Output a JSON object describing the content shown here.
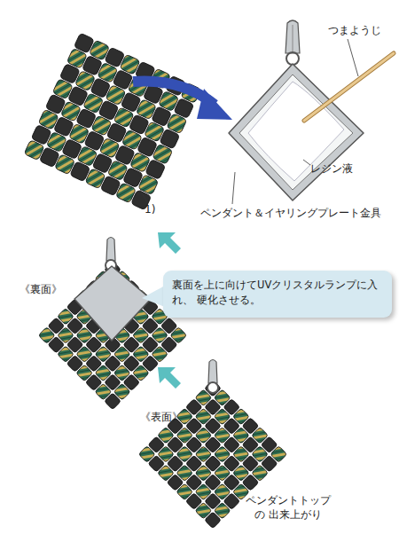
{
  "diagram": {
    "nodes": [
      {
        "text": [
          "裏面を上に向けてUVクリスタルランプに入れ、 硬化させる。"
        ]
      }
    ],
    "labels": [
      "つまようじ",
      "レジン液",
      "ペンダント＆イヤリングプレート金具",
      "1)",
      "《裏面》",
      "《表面》",
      "ペンダントトップの 出来上がり"
    ]
  }
}
